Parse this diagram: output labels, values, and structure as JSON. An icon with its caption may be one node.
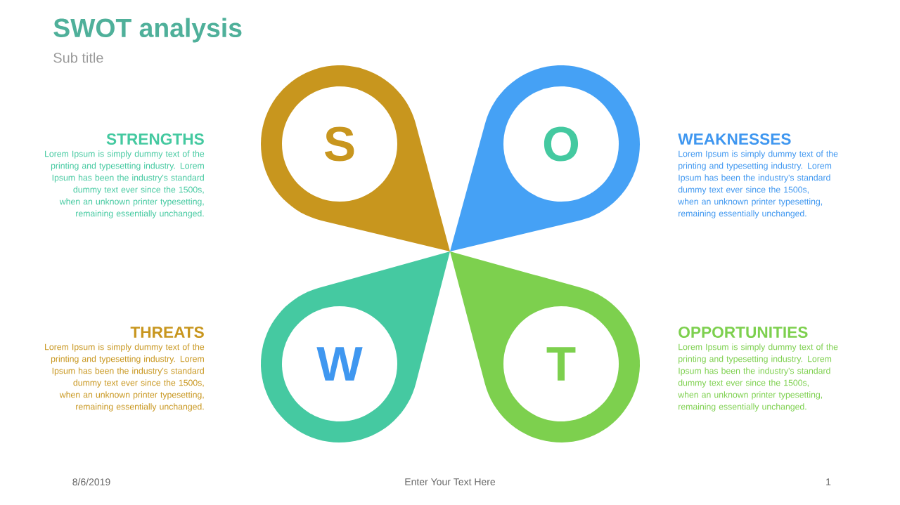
{
  "diagram": {
    "title": "SWOT analysis",
    "nodes": [
      {
        "text": [
          "S"
        ]
      },
      {
        "text": [
          "O"
        ]
      },
      {
        "text": [
          "W"
        ]
      },
      {
        "text": [
          "T"
        ]
      }
    ],
    "labels": [
      "Sub title",
      "STRENGTHS",
      "Lorem Ipsum is simply dummy text of the printing and typesetting industry. Lorem Ipsum has been the industry's standard dummy text ever since the 1500s, when an unknown printer typesetting, remaining essentially unchanged.",
      "WEAKNESSES",
      "Lorem Ipsum is simply dummy text of the printing and typesetting industry. Lorem Ipsum has been the industry's standard dummy text ever since the 1500s, when an unknown printer typesetting, remaining essentially unchanged.",
      "THREATS",
      "Lorem Ipsum is simply dummy text of the printing and typesetting industry. Lorem Ipsum has been the industry's standard dummy text ever since the 1500s, when an unknown printer typesetting, remaining essentially unchanged.",
      "OPPORTUNITIES",
      "Lorem Ipsum is simply dummy text of the printing and typesetting industry. Lorem Ipsum has been the industry's standard dummy text ever since the 1500s, when an unknown printer typesetting, remaining essentially unchanged.",
      "8/6/2019",
      "Enter Your Text Here",
      "1"
    ]
  }
}
